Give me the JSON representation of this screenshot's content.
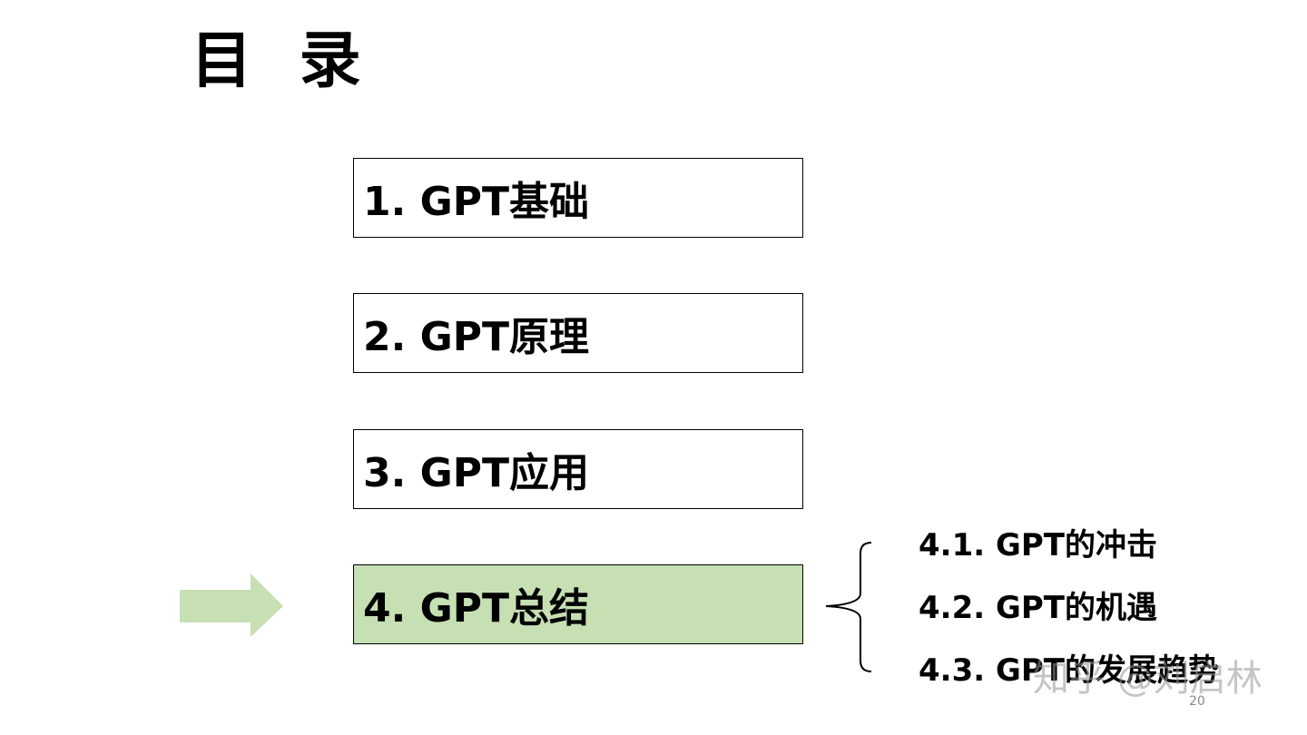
{
  "slide": {
    "title": "目 录",
    "toc": [
      {
        "label": "1. GPT基础"
      },
      {
        "label": "2. GPT原理"
      },
      {
        "label": "3. GPT应用"
      },
      {
        "label": "4. GPT总结"
      }
    ],
    "active_index": 3,
    "active_color": "#c6e0b4",
    "arrow_color": "#c6e0b4",
    "sub_items": [
      {
        "label": "4.1. GPT的冲击"
      },
      {
        "label": "4.2. GPT的机遇"
      },
      {
        "label": "4.3. GPT的发展趋势"
      }
    ],
    "watermark": "知乎 @刘启林",
    "page_number": "20"
  }
}
